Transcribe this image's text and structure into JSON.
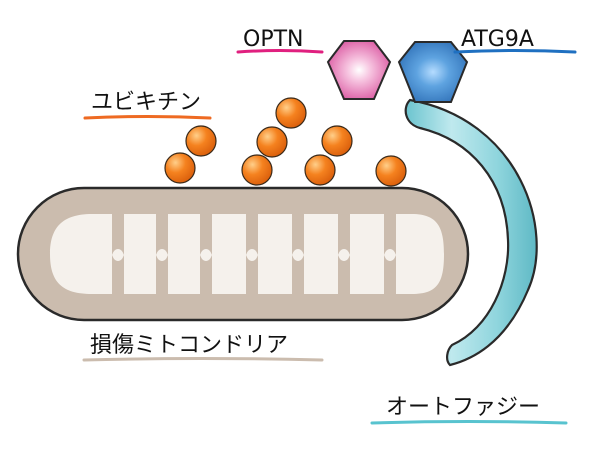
{
  "labels": {
    "optn": "OPTN",
    "atg9a": "ATG9A",
    "ubiquitin": "ユビキチン",
    "mitochondria": "損傷ミトコンドリア",
    "autophagy": "オートファジー"
  },
  "colors": {
    "optn_fill": "#e676b4",
    "atg9a_fill": "#4a8fd0",
    "ubiquitin_fill": "#f5821f",
    "mito_outer": "#cbbcae",
    "mito_inner": "#f5f1ec",
    "autophagy_fill": "#8dd3dc",
    "optn_underline": "#e0207f",
    "atg9a_underline": "#1f70c1",
    "ubiquitin_underline": "#ee6a22",
    "mito_underline": "#cbbcae",
    "autophagy_underline": "#58c3cf"
  },
  "icons": {
    "optn": "pink-hexagon-icon",
    "atg9a": "blue-hexagon-icon",
    "ubiquitin": "orange-sphere-icon"
  }
}
